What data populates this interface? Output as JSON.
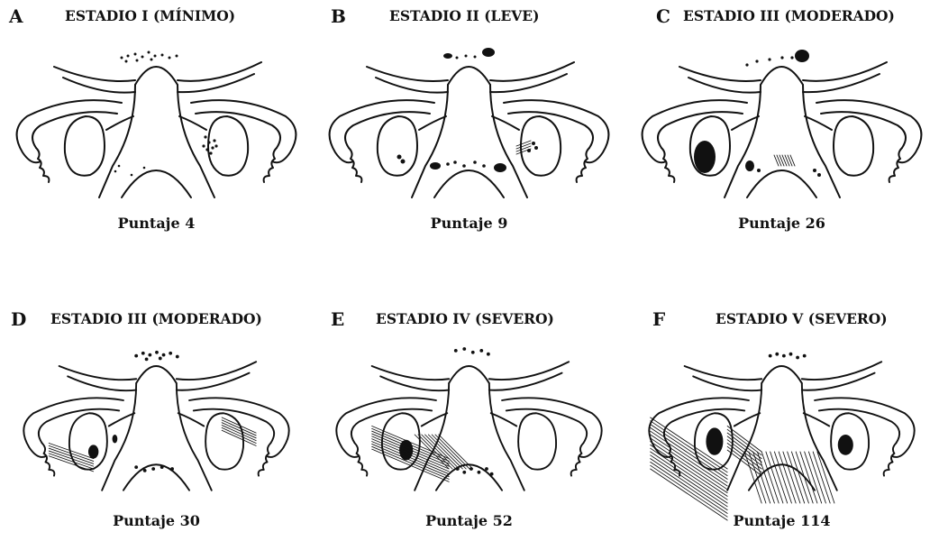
{
  "panels": [
    {
      "letter": "A",
      "title": "ESTADIO I (MÍNIMO)",
      "score": "Puntaje 4"
    },
    {
      "letter": "B",
      "title": "ESTADIO II (LEVE)",
      "score": "Puntaje 9"
    },
    {
      "letter": "C",
      "title": "ESTADIO III (MODERADO)",
      "score": "Puntaje 26"
    },
    {
      "letter": "D",
      "title": "ESTADIO III (MODERADO)",
      "score": "Puntaje 30"
    },
    {
      "letter": "E",
      "title": "ESTADIO IV (SEVERO)",
      "score": "Puntaje 52"
    },
    {
      "letter": "F",
      "title": "ESTADIO V (SEVERO)",
      "score": "Puntaje 114"
    }
  ],
  "colors": {
    "ink": "#111111",
    "background": "#ffffff"
  }
}
